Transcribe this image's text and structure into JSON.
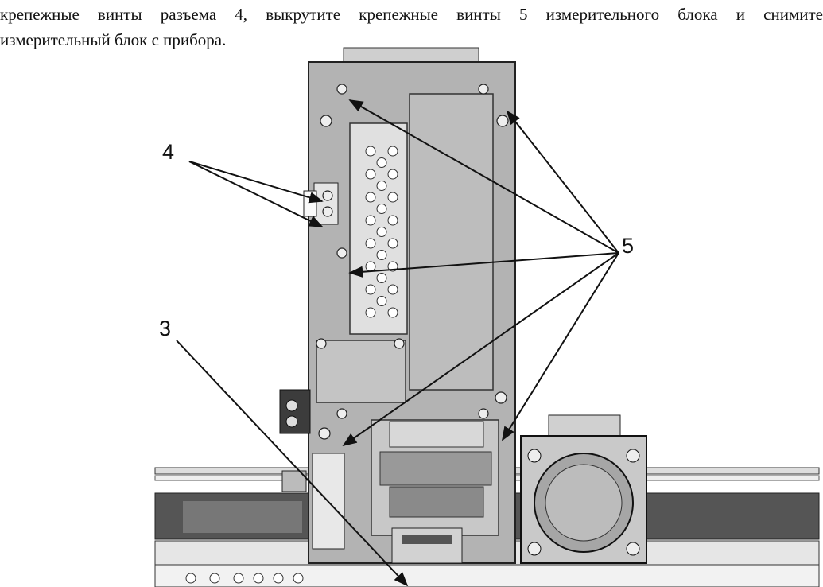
{
  "paragraph": {
    "line1": "крепежные винты разъема 4, выкрутите крепежные винты 5 измерительного блока и снимите",
    "line2": "измерительный блок с прибора."
  },
  "figure": {
    "callouts": [
      "4",
      "5",
      "3"
    ]
  }
}
